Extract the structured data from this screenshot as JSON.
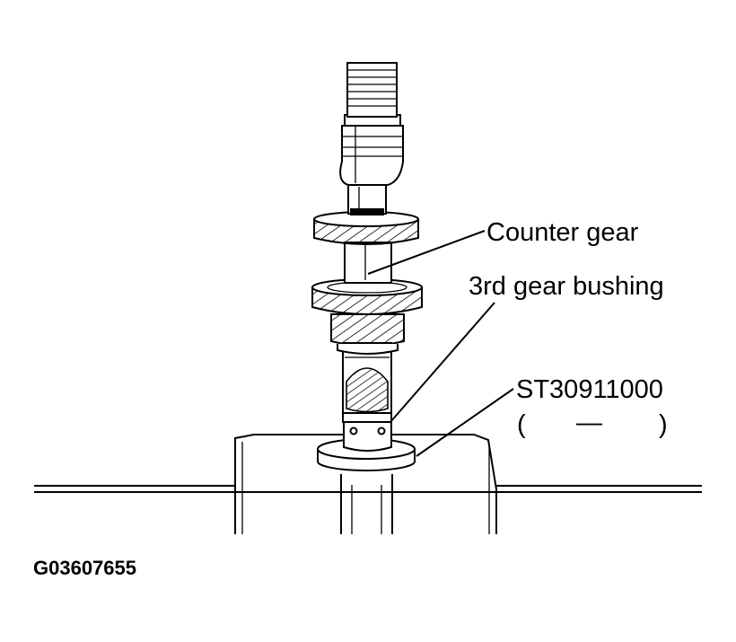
{
  "labels": {
    "counter_gear": "Counter gear",
    "third_gear_bushing": "3rd gear bushing",
    "tool_number": "ST30911000",
    "tool_paren_open": "(",
    "tool_dash": "—",
    "tool_paren_close": ")"
  },
  "figure_id": "G03607655"
}
